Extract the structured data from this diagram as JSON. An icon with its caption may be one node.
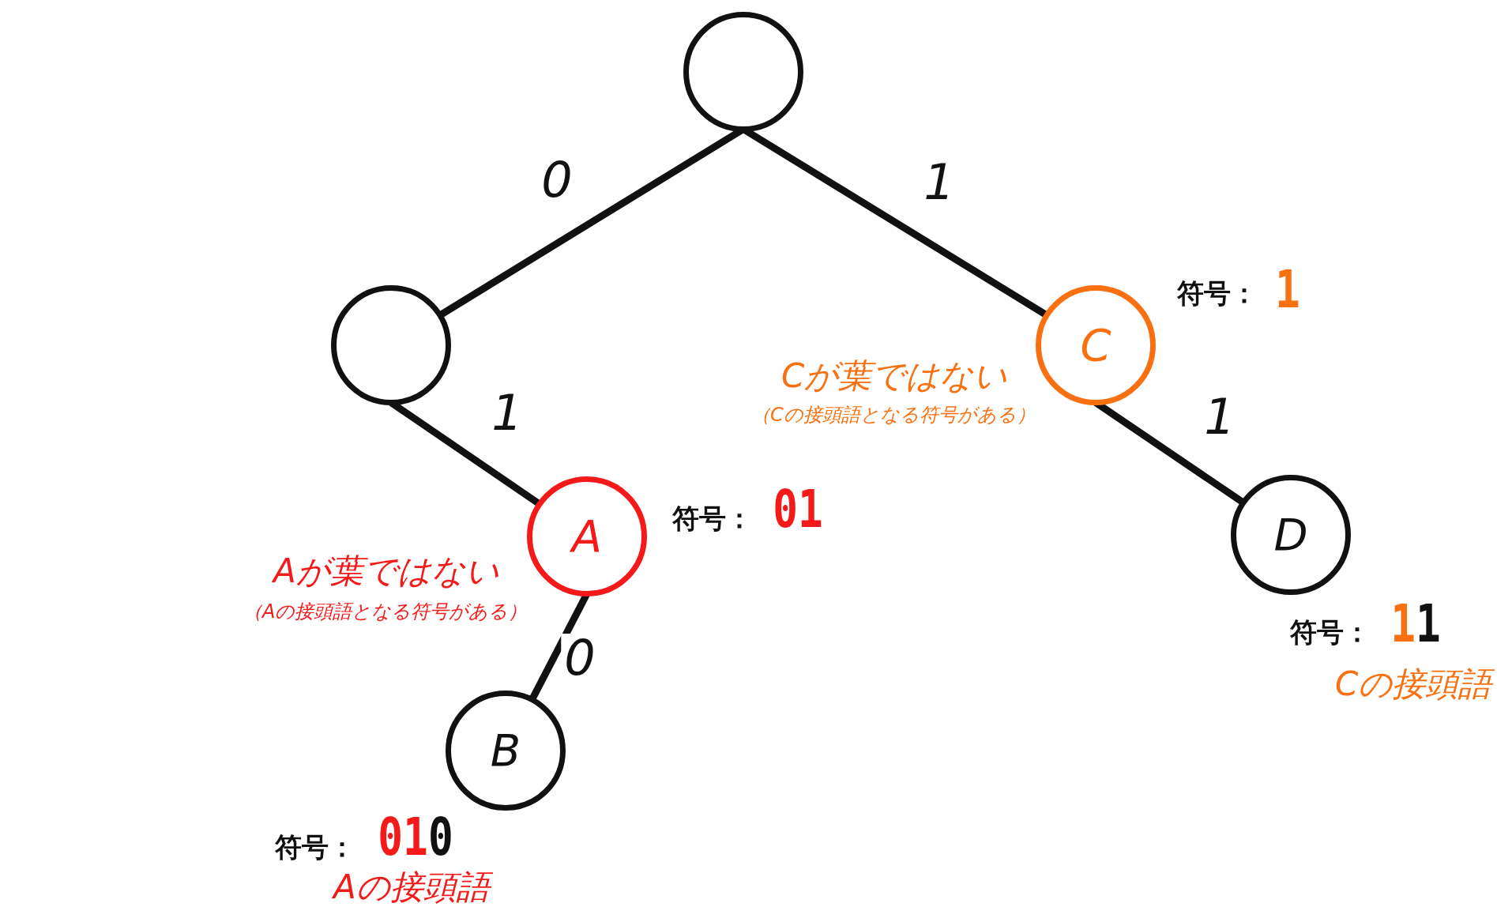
{
  "diagram": {
    "nodes": [
      {
        "text": [],
        "shape": "circle"
      },
      {
        "text": [],
        "shape": "circle"
      },
      {
        "text": [
          "C"
        ],
        "beside": [
          "符号：",
          "1",
          "Cが葉ではない",
          "（Cの接頭語となる符号がある）"
        ]
      },
      {
        "text": [
          "A"
        ],
        "beside": [
          "符号：",
          "01",
          "Aが葉ではない",
          "（Aの接頭語となる符号がある）"
        ]
      },
      {
        "text": [
          "D"
        ],
        "beside": [
          "符号：",
          "11",
          "Cの接頭語"
        ]
      },
      {
        "text": [
          "B"
        ],
        "beside": [
          "符号：",
          "010",
          "Aの接頭語"
        ]
      }
    ],
    "edges": [
      {
        "from": 0,
        "to": 1,
        "arrow": "none",
        "label": "0"
      },
      {
        "from": 0,
        "to": 2,
        "arrow": "none",
        "label": "1"
      },
      {
        "from": 1,
        "to": 3,
        "arrow": "none",
        "label": "1"
      },
      {
        "from": 2,
        "to": 4,
        "arrow": "none",
        "label": "1"
      },
      {
        "from": 3,
        "to": 5,
        "arrow": "none",
        "label": "0"
      }
    ]
  }
}
